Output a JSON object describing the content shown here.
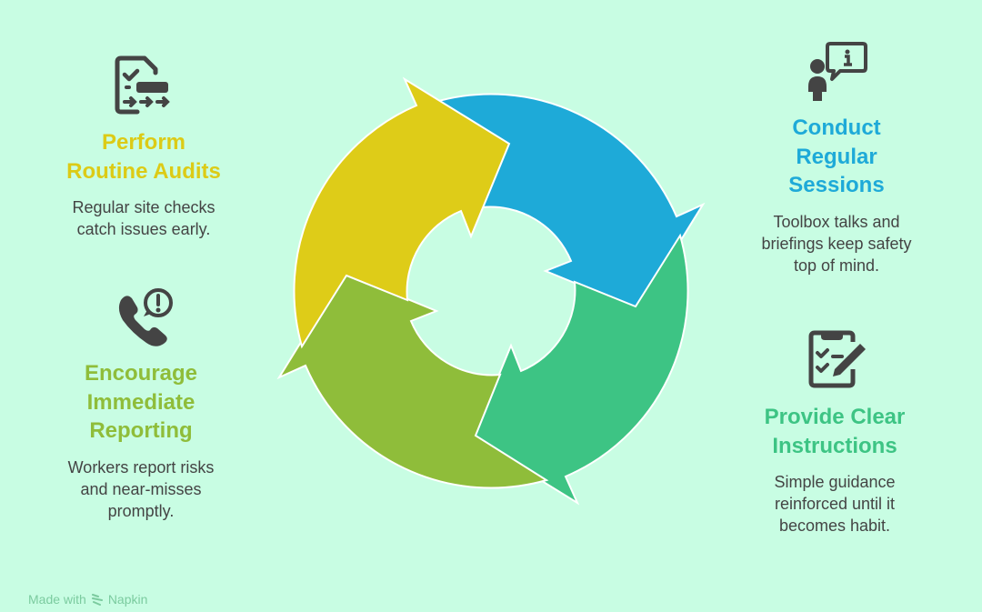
{
  "steps": [
    {
      "title": [
        "Perform",
        "Routine Audits"
      ],
      "description": [
        "Regular site checks",
        "catch issues early."
      ],
      "color": "#DCCB16",
      "icon": "checklist-arrows-icon"
    },
    {
      "title": [
        "Conduct",
        "Regular",
        "Sessions"
      ],
      "description": [
        "Toolbox talks and",
        "briefings keep safety",
        "top of mind."
      ],
      "color": "#1EAAD8",
      "icon": "presenter-info-icon"
    },
    {
      "title": [
        "Provide Clear",
        "Instructions"
      ],
      "description": [
        "Simple guidance",
        "reinforced until it",
        "becomes habit."
      ],
      "color": "#3DC484",
      "icon": "clipboard-pen-icon"
    },
    {
      "title": [
        "Encourage",
        "Immediate",
        "Reporting"
      ],
      "description": [
        "Workers report risks",
        "and near-misses",
        "promptly."
      ],
      "color": "#8FBD3A",
      "icon": "phone-alert-icon"
    }
  ],
  "arrow_colors": {
    "blue": "#1EAAD8",
    "green": "#3DC484",
    "olive": "#8FBD3A",
    "yellow": "#DECC18"
  },
  "footer": {
    "made_with": "Made with",
    "brand": "Napkin"
  }
}
